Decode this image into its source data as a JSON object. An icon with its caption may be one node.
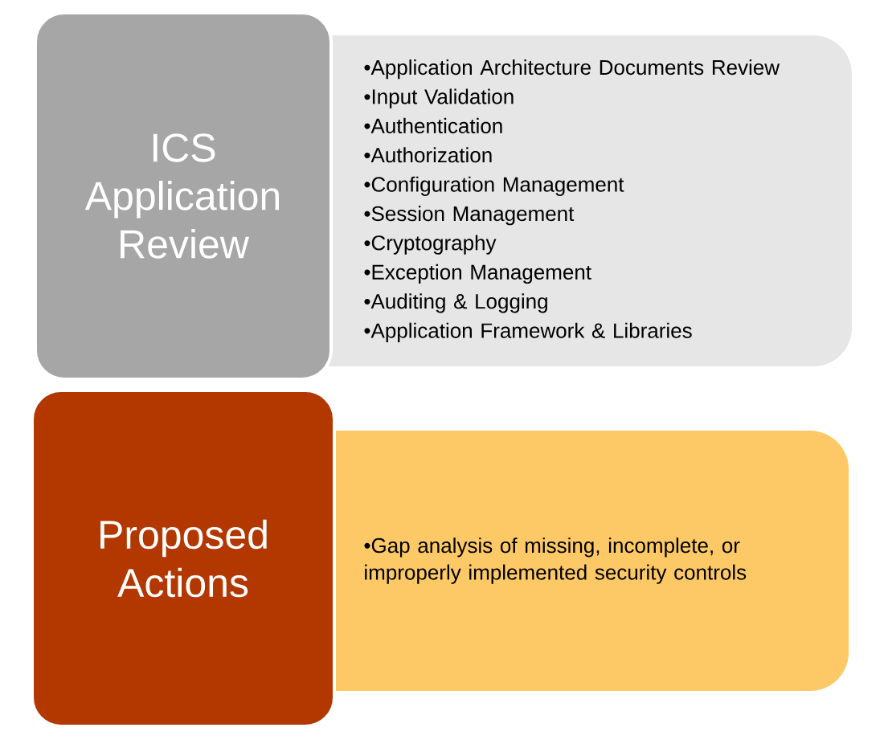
{
  "diagram": {
    "nodes": [
      {
        "text": [
          "ICS Application Review"
        ]
      },
      {
        "text": [
          "•Application Architecture Documents Review",
          "•Input Validation",
          "•Authentication",
          "•Authorization",
          "•Configuration Management",
          "•Session Management",
          "•Cryptography",
          "•Exception Management",
          "•Auditing & Logging",
          "•Application Framework & Libraries"
        ]
      },
      {
        "text": [
          "Proposed Actions"
        ]
      },
      {
        "text": [
          "•Gap analysis of missing, incomplete, or improperly implemented security controls"
        ]
      }
    ]
  }
}
